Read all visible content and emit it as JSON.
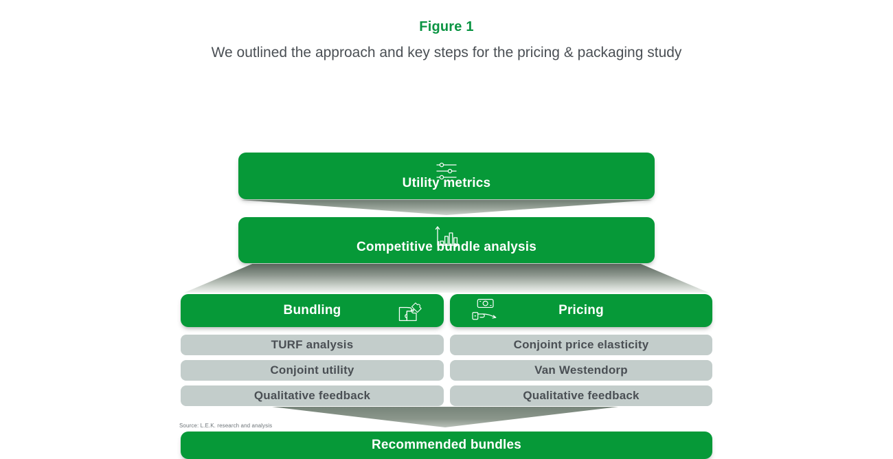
{
  "header": {
    "figure_label": "Figure 1",
    "subtitle": "We outlined the approach and key steps for the pricing & packaging study"
  },
  "colors": {
    "green": "#069938",
    "grey_box": "#c3cdcb",
    "grey_text": "#4a4f54",
    "connector_grey": "#7d8a80",
    "white": "#ffffff"
  },
  "stages": {
    "utility_metrics": {
      "label": "Utility metrics",
      "icon": "sliders-icon"
    },
    "competitive_bundle_analysis": {
      "label": "Competitive bundle analysis",
      "icon": "bar-chart-icon"
    }
  },
  "columns": [
    {
      "id": "bundling",
      "header_label": "Bundling",
      "icon": "puzzle-icon",
      "items": [
        "TURF analysis",
        "Conjoint utility",
        "Qualitative feedback"
      ]
    },
    {
      "id": "pricing",
      "header_label": "Pricing",
      "icon": "money-hand-icon",
      "items": [
        "Conjoint price elasticity",
        "Van Westendorp",
        "Qualitative feedback"
      ]
    }
  ],
  "outcome": {
    "label": "Recommended bundles"
  },
  "footer": {
    "source": "Source: L.E.K. research and analysis"
  }
}
